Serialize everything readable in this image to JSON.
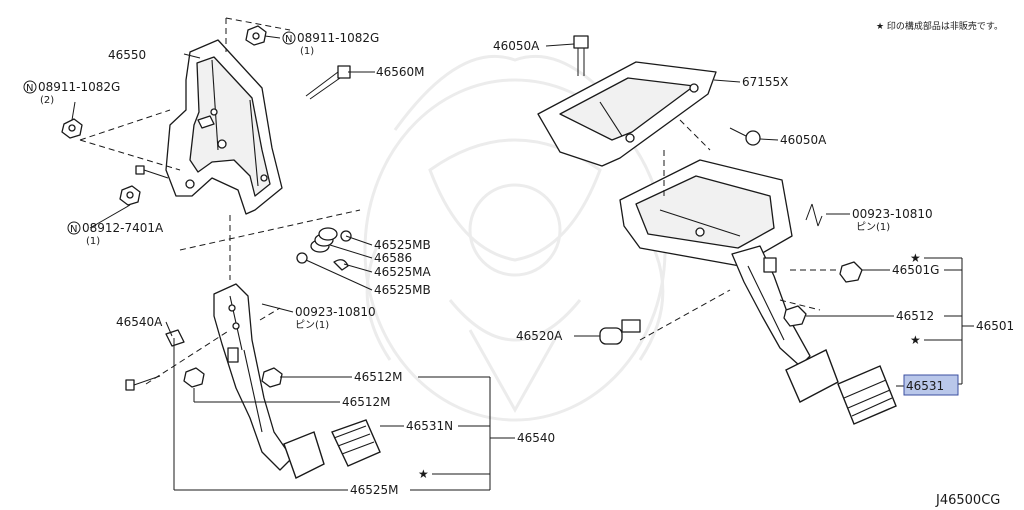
{
  "note": "★ 印の構成部品は非販売です。",
  "diagram_code": "J46500CG",
  "labels": {
    "p46550": "46550",
    "n08911_top": "08911-1082G",
    "n08911_top_qty": "(1)",
    "n08911_left": "08911-1082G",
    "n08911_left_qty": "(2)",
    "p46560M": "46560M",
    "n08912": "08912-7401A",
    "n08912_qty": "(1)",
    "p46525MB_a": "46525MB",
    "p46586": "46586",
    "p46525MA": "46525MA",
    "p46525MB_b": "46525MB",
    "p00923_left": "00923-10810",
    "p00923_left_sub": "ピン(1)",
    "p46540A": "46540A",
    "p46512M_a": "46512M",
    "p46512M_b": "46512M",
    "p46531N": "46531N",
    "p46540": "46540",
    "p46525M": "46525M",
    "p46050A_top": "46050A",
    "p67155X": "67155X",
    "p46050A_right": "46050A",
    "p00923_right": "00923-10810",
    "p00923_right_sub": "ピン(1)",
    "p46501G": "46501G",
    "p46512": "46512",
    "p46501": "46501",
    "p46520A": "46520A",
    "p46531": "46531"
  },
  "symbols": {
    "star": "★",
    "n_circle": "N"
  },
  "colors": {
    "line": "#1a1a1a",
    "highlight_fill": "#b9c7ea",
    "highlight_border": "#3b4fa0",
    "watermark": "#ececec"
  }
}
